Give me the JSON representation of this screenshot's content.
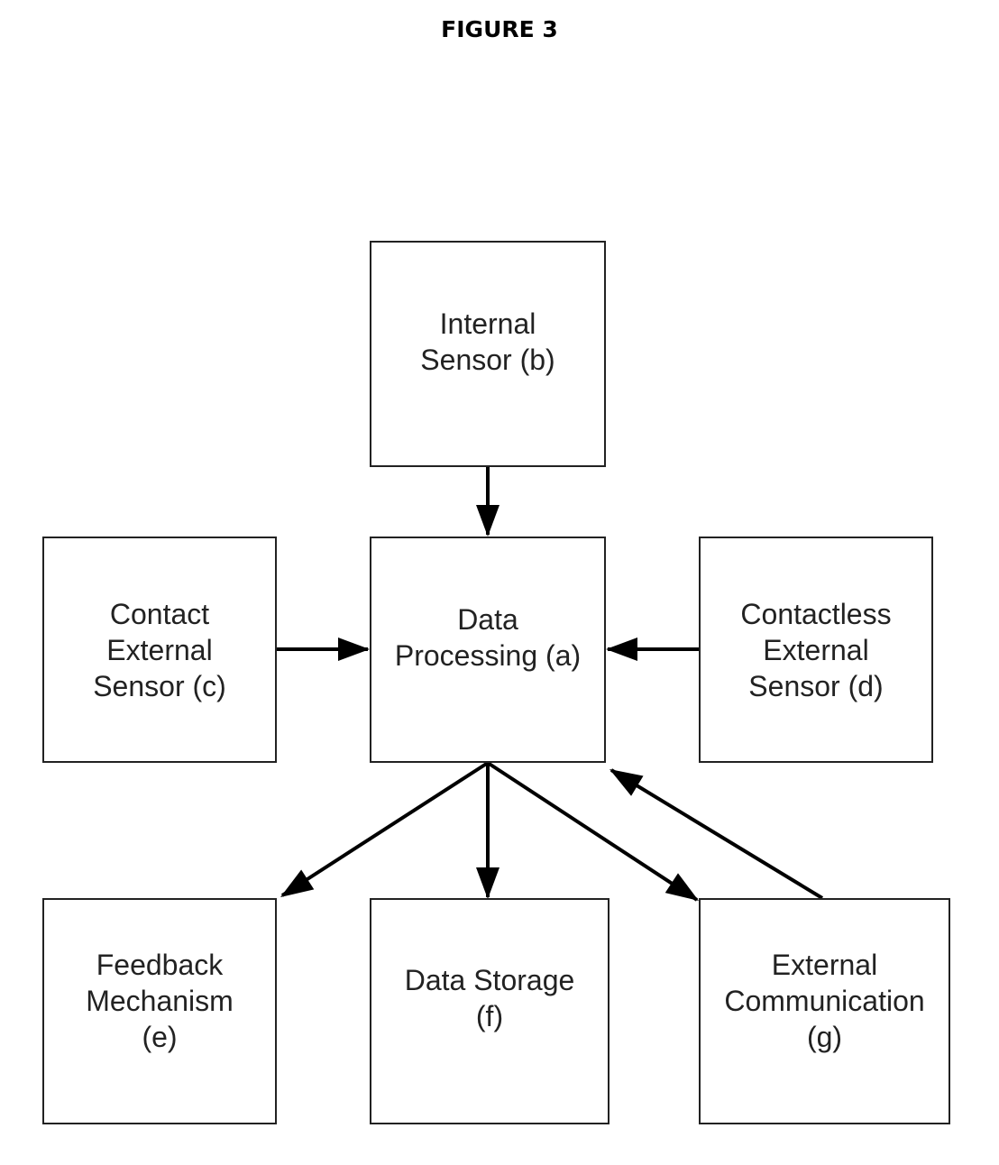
{
  "figure": {
    "title": "FIGURE 3"
  },
  "nodes": {
    "b": {
      "lines": [
        "Internal",
        "Sensor (b)"
      ]
    },
    "a": {
      "lines": [
        "Data",
        "Processing (a)"
      ]
    },
    "c": {
      "lines": [
        "Contact",
        "External",
        "Sensor (c)"
      ]
    },
    "d": {
      "lines": [
        "Contactless",
        "External",
        "Sensor (d)"
      ]
    },
    "e": {
      "lines": [
        "Feedback",
        "Mechanism",
        "(e)"
      ]
    },
    "f": {
      "lines": [
        "Data Storage",
        "(f)"
      ]
    },
    "g": {
      "lines": [
        "External",
        "Communication",
        "(g)"
      ]
    }
  },
  "edges": [
    {
      "from": "b",
      "to": "a"
    },
    {
      "from": "c",
      "to": "a"
    },
    {
      "from": "d",
      "to": "a"
    },
    {
      "from": "a",
      "to": "e"
    },
    {
      "from": "a",
      "to": "f"
    },
    {
      "from": "a",
      "to": "g"
    },
    {
      "from": "g",
      "to": "a"
    }
  ]
}
